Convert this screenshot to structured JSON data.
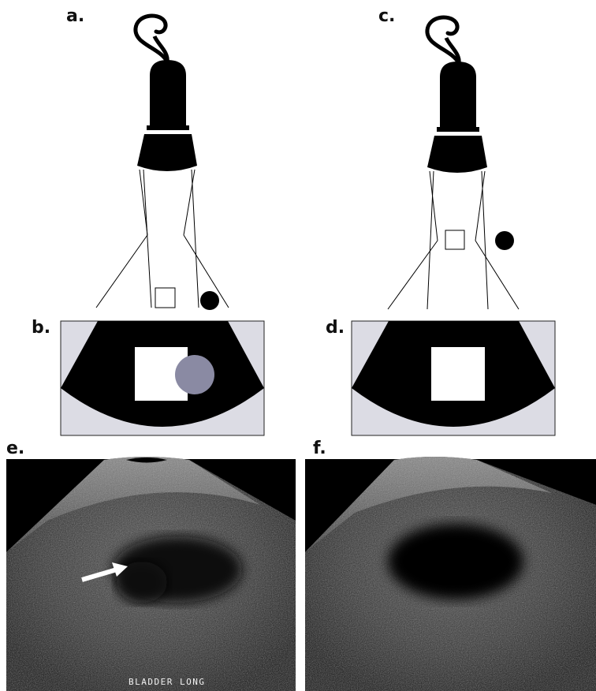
{
  "panel_labels": {
    "a": "a.",
    "b": "b.",
    "c": "c.",
    "d": "d.",
    "e": "e.",
    "f": "f."
  },
  "ultrasound_caption": "BLADDER LONG",
  "colors": {
    "probe": "#000000",
    "display_background": "#dcdce4",
    "sector": "#000000",
    "target_square": "#ffffff",
    "artifact_circle": "#8a8aa3",
    "object_circle": "#000000"
  },
  "icons": [
    "ultrasound-probe-icon",
    "arrow-icon"
  ]
}
